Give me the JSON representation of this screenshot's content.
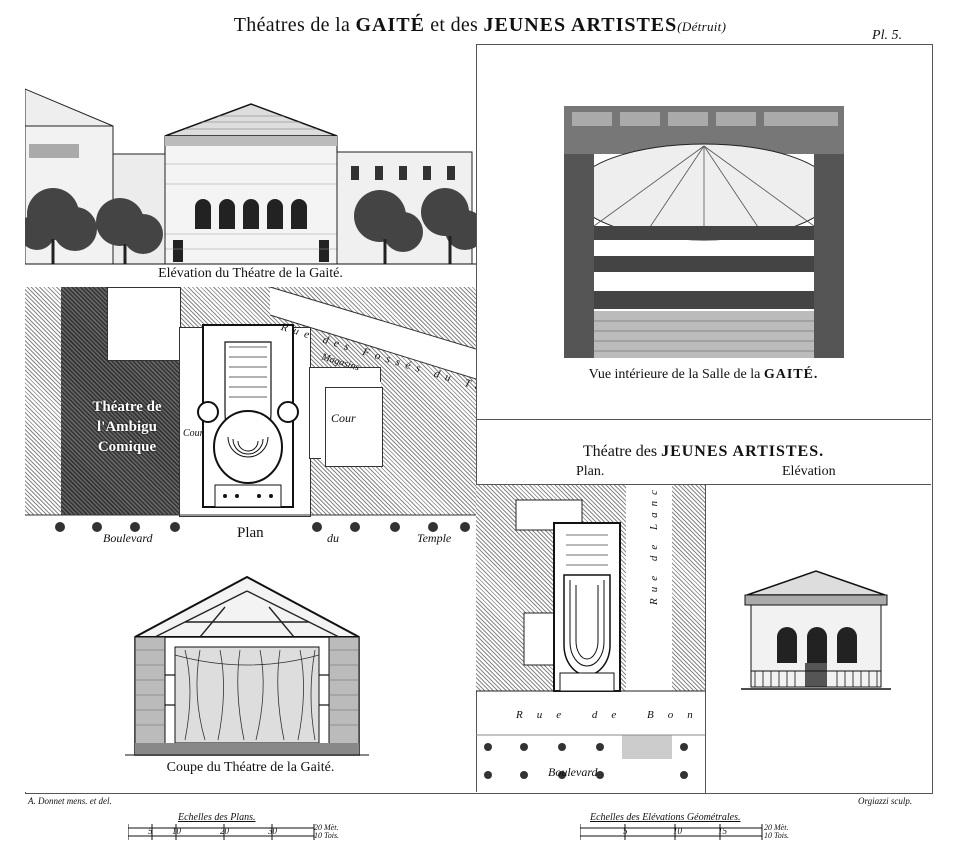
{
  "header": {
    "title_prefix": "Théatres de la",
    "title_gaite": "GAITÉ",
    "title_middle": "et des",
    "title_jeunes": "JEUNES ARTISTES",
    "title_note": "(Détruit)",
    "plate_number": "Pl. 5."
  },
  "gaite": {
    "elevation_caption": "Elévation du Théatre de la Gaité.",
    "plan_caption": "Plan",
    "street_top": "Rue des Fossés du Temple",
    "magasins": "Magasins",
    "cour_left": "Cour",
    "cour_right": "Cour",
    "ambigu_label": "Théatre de l'Ambigu Comique",
    "boulevard_words": [
      "Boulevard",
      "du",
      "Temple"
    ],
    "interior_caption_prefix": "Vue intérieure de la Salle de la",
    "interior_caption_name": "GAITÉ.",
    "section_caption": "Coupe du Théatre de la Gaité."
  },
  "jeunes": {
    "heading_prefix": "Théatre des",
    "heading_name": "JEUNES ARTISTES.",
    "plan_label": "Plan.",
    "elevation_label": "Elévation",
    "rue_lancry": "Rue de Lancry",
    "rue_bondy": "Rue de Bondy",
    "boulevard": "Boulevard"
  },
  "footer": {
    "credit_left": "A. Donnet mens. et del.",
    "credit_right": "Orgiazzi sculp.",
    "scale_plans_title": "Echelles des Plans.",
    "scale_plans_ticks": [
      "5",
      "10",
      "20",
      "30"
    ],
    "scale_elev_title": "Echelles des Elévations Géométrales.",
    "scale_elev_ticks": [
      "5",
      "10",
      "15"
    ],
    "unit_metres": "20 Mèt.",
    "unit_toises": "10 Tois."
  }
}
